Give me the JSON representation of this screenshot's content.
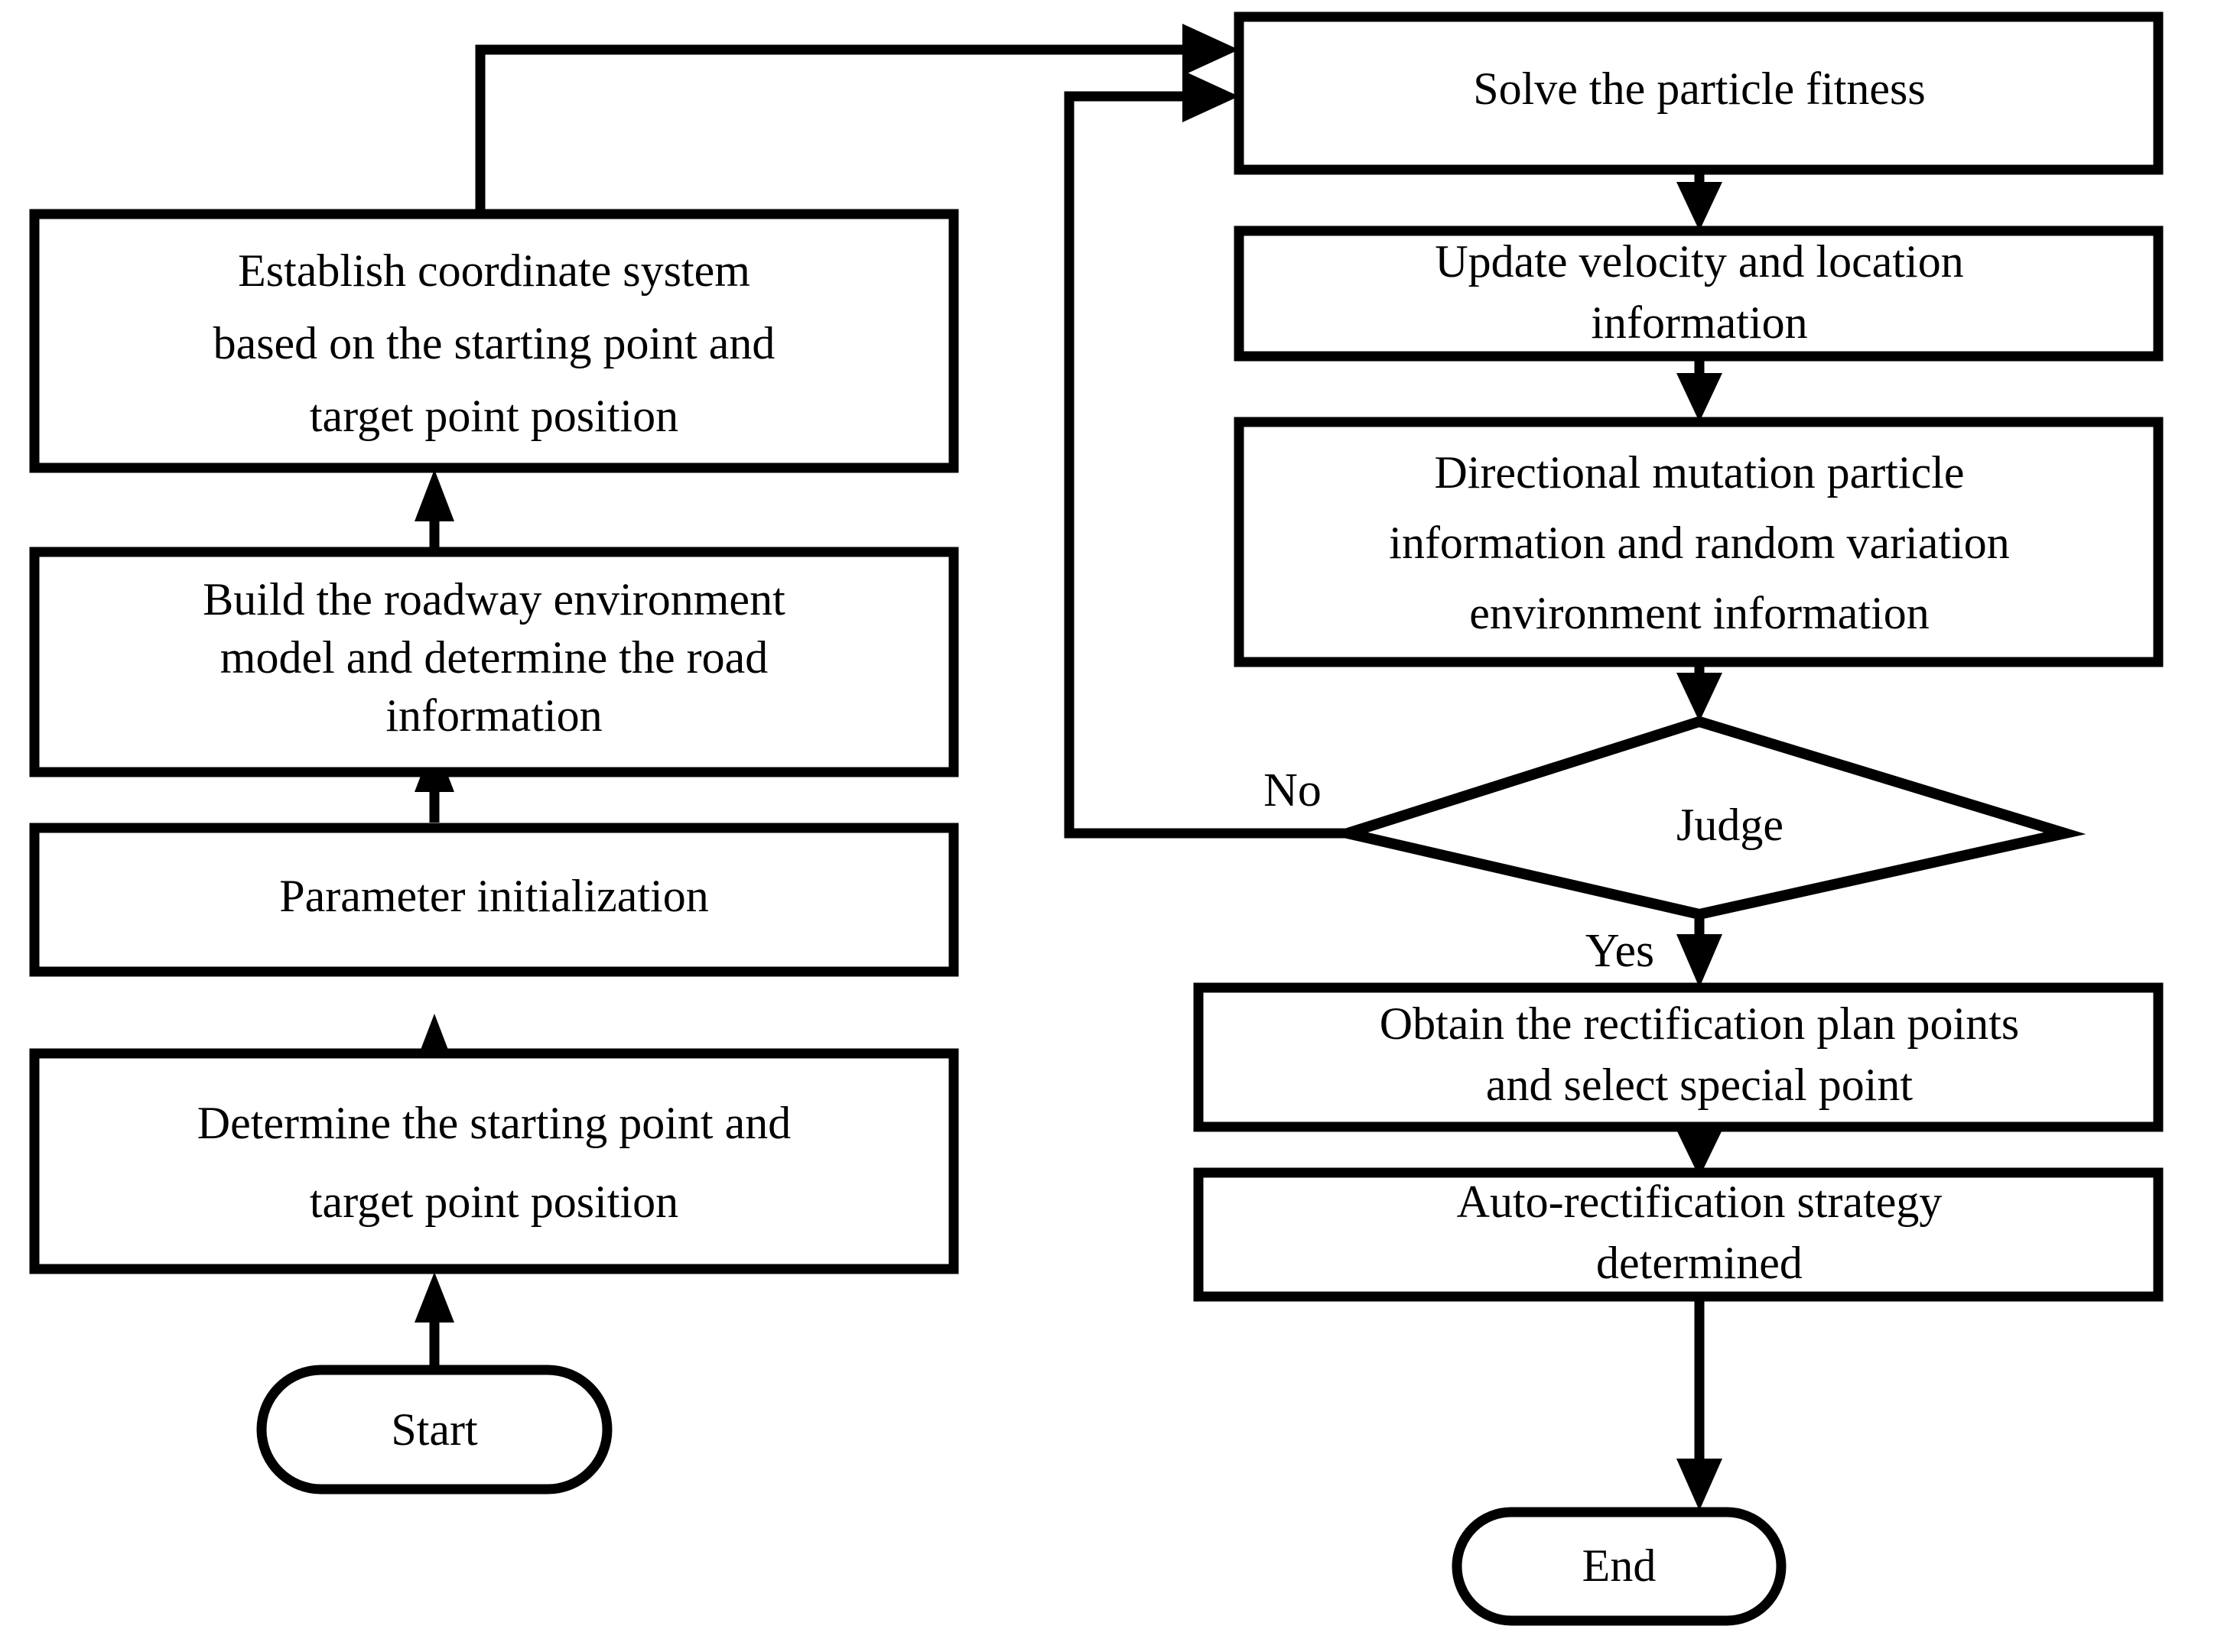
{
  "diagram": {
    "type": "flowchart",
    "title": "Auto-rectification path planning algorithm flowchart",
    "background_color": "#ffffff",
    "line_color": "#000000",
    "text_color": "#000000"
  },
  "nodes": {
    "start": {
      "id": "start",
      "shape": "terminator",
      "label": "Start"
    },
    "determine_points": {
      "id": "determine_points",
      "shape": "process",
      "line1": "Determine the starting point and",
      "line2": "target point position"
    },
    "parameter_init": {
      "id": "parameter_init",
      "shape": "process",
      "line1": "Parameter initialization"
    },
    "build_model": {
      "id": "build_model",
      "shape": "process",
      "line1": "Build the roadway environment",
      "line2": "model and determine the road",
      "line3": "information"
    },
    "establish_coord": {
      "id": "establish_coord",
      "shape": "process",
      "line1": "Establish  coordinate system",
      "line2": "based on the starting point and",
      "line3": "target point position"
    },
    "solve_fitness": {
      "id": "solve_fitness",
      "shape": "process",
      "line1": "Solve the particle fitness"
    },
    "update_velocity": {
      "id": "update_velocity",
      "shape": "process",
      "line1": "Update velocity and location",
      "line2": "information"
    },
    "directional_mutation": {
      "id": "directional_mutation",
      "shape": "process",
      "line1": "Directional mutation particle",
      "line2": "information and random variation",
      "line3": "environment information"
    },
    "judge": {
      "id": "judge",
      "shape": "decision",
      "label": "Judge"
    },
    "obtain_points": {
      "id": "obtain_points",
      "shape": "process",
      "line1": "Obtain the rectification plan points",
      "line2": "and select special point"
    },
    "auto_rectification": {
      "id": "auto_rectification",
      "shape": "process",
      "line1": "Auto-rectification  strategy",
      "line2": "determined"
    },
    "end": {
      "id": "end",
      "shape": "terminator",
      "label": "End"
    }
  },
  "edge_labels": {
    "judge_no": "No",
    "judge_yes": "Yes"
  },
  "edges": [
    {
      "from": "start",
      "to": "determine_points",
      "label": ""
    },
    {
      "from": "determine_points",
      "to": "parameter_init",
      "label": ""
    },
    {
      "from": "parameter_init",
      "to": "build_model",
      "label": ""
    },
    {
      "from": "build_model",
      "to": "establish_coord",
      "label": ""
    },
    {
      "from": "establish_coord",
      "to": "solve_fitness",
      "label": ""
    },
    {
      "from": "solve_fitness",
      "to": "update_velocity",
      "label": ""
    },
    {
      "from": "update_velocity",
      "to": "directional_mutation",
      "label": ""
    },
    {
      "from": "directional_mutation",
      "to": "judge",
      "label": ""
    },
    {
      "from": "judge",
      "to": "solve_fitness",
      "label": "No"
    },
    {
      "from": "judge",
      "to": "obtain_points",
      "label": "Yes"
    },
    {
      "from": "obtain_points",
      "to": "auto_rectification",
      "label": ""
    },
    {
      "from": "auto_rectification",
      "to": "end",
      "label": ""
    }
  ]
}
